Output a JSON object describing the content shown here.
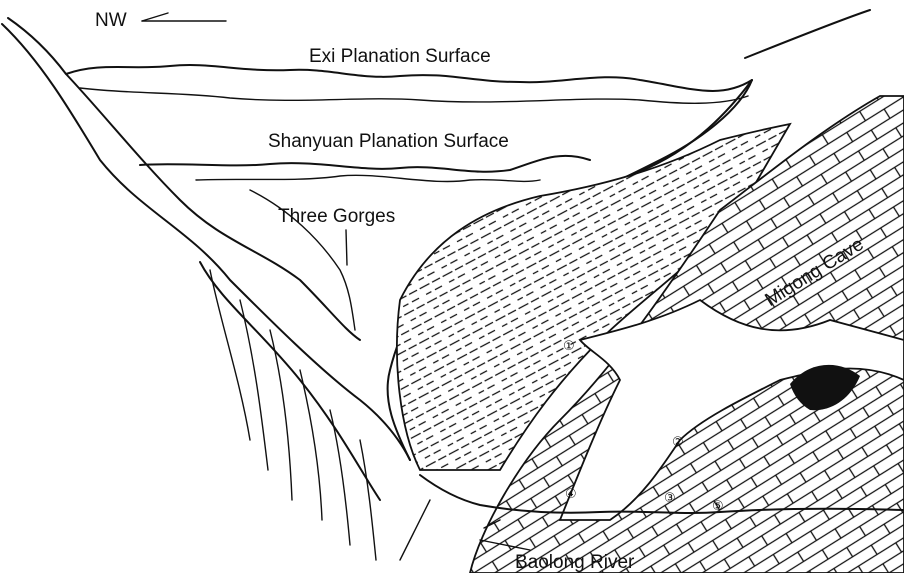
{
  "labels": {
    "compass": "NW",
    "exi_surface": "Exi Planation Surface",
    "shanyuan_surface": "Shanyuan Planation Surface",
    "three_gorges": "Three Gorges",
    "migong_cave": "Migong Cave",
    "baolong_river": "Baolong River"
  },
  "markers": [
    "①",
    "②",
    "③",
    "④",
    "⑤"
  ]
}
